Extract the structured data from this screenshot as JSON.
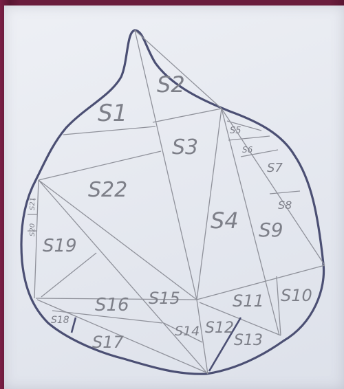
{
  "drawing": {
    "description_colors": {
      "paper": "#e8ebf1",
      "outline": "#4b4f73",
      "pencil": "#8b8d96",
      "background": "#6a1d3c"
    },
    "labels": {
      "s1": "S1",
      "s2": "S2",
      "s3": "S3",
      "s4": "S4",
      "s5": "S5",
      "s6": "S6",
      "s7": "S7",
      "s8": "S8",
      "s9": "S9",
      "s10": "S10",
      "s11": "S11",
      "s12": "S12",
      "s13": "S13",
      "s14": "S14",
      "s15": "S15",
      "s16": "S16",
      "s17": "S17",
      "s18": "S18",
      "s19": "S19",
      "s20": "S20",
      "s21": "S21",
      "s22": "S22"
    }
  }
}
